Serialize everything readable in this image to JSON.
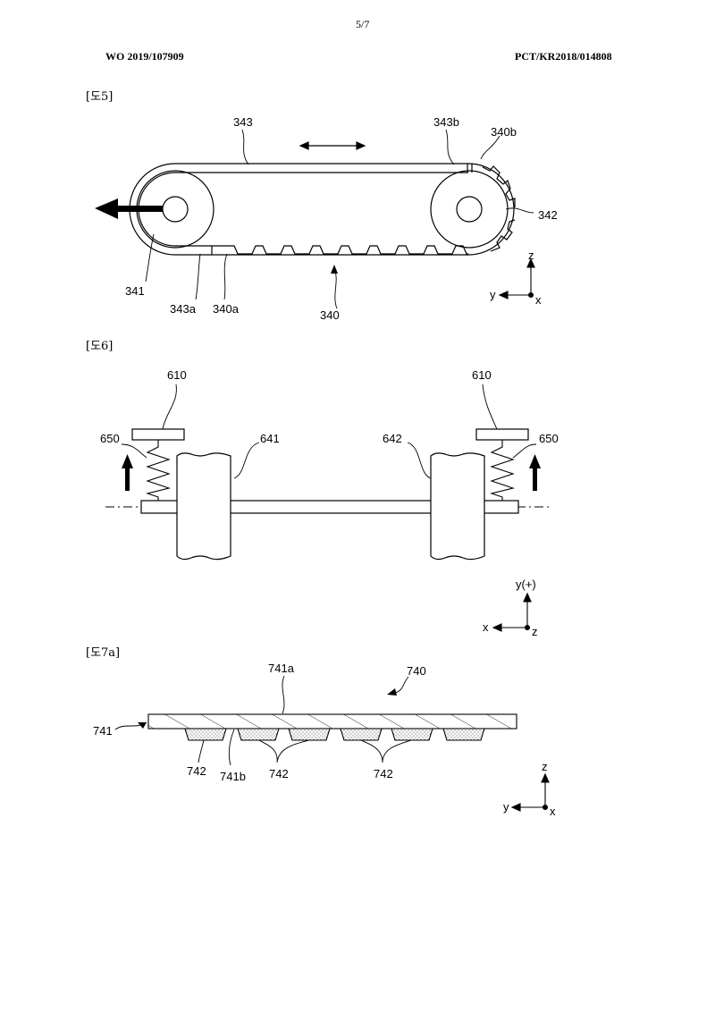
{
  "header": {
    "page_number": "5/7",
    "publication_number": "WO 2019/107909",
    "application_number": "PCT/KR2018/014808"
  },
  "figures": {
    "fig5": {
      "label": "[도5]",
      "refs": {
        "r343": "343",
        "r343b": "343b",
        "r340b": "340b",
        "r342": "342",
        "r341": "341",
        "r343a": "343a",
        "r340a": "340a",
        "r340": "340"
      },
      "axes": {
        "up": "z",
        "left": "y",
        "point": "x"
      }
    },
    "fig6": {
      "label": "[도6]",
      "refs": {
        "r610_left": "610",
        "r610_right": "610",
        "r650_left": "650",
        "r650_right": "650",
        "r641": "641",
        "r642": "642"
      },
      "axes": {
        "up": "y(+)",
        "left": "x",
        "point": "z"
      }
    },
    "fig7a": {
      "label": "[도7a]",
      "refs": {
        "r741a": "741a",
        "r740": "740",
        "r741": "741",
        "r742_a": "742",
        "r741b": "741b",
        "r742_b": "742",
        "r742_c": "742"
      },
      "axes": {
        "up": "z",
        "left": "y",
        "point": "x"
      }
    }
  }
}
